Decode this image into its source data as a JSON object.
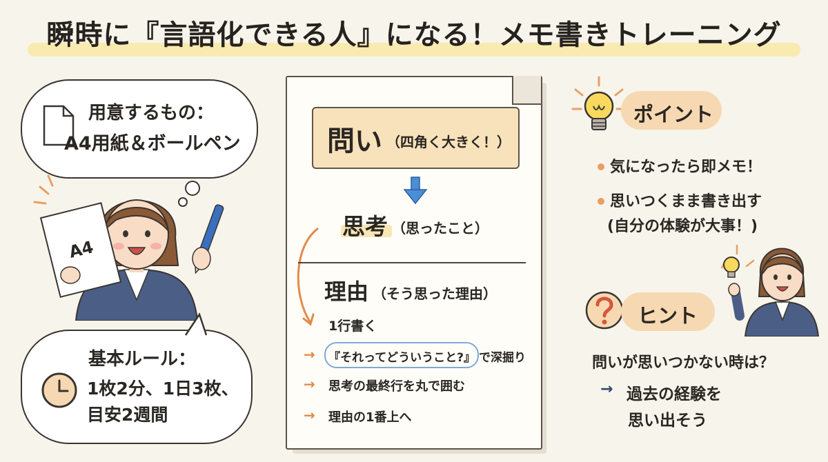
{
  "title": "瞬時に『言語化できる人』になる！メモ書きトレーニング",
  "prep": {
    "heading": "用意するもの：",
    "items": "A4用紙＆ボールペン"
  },
  "paper_label": "A4",
  "rules": {
    "heading": "基本ルール：",
    "line1": "1枚2分、1日3枚、",
    "line2": "目安2週間"
  },
  "memo": {
    "question": "問い",
    "question_note": "（四角く大きく！）",
    "thought": "思考",
    "thought_note": "（思ったこと）",
    "reason": "理由",
    "reason_note": "（そう思った理由）",
    "step1": "1行書く",
    "step2_quote": "『それってどういうこと?』",
    "step2_rest": "で深掘り",
    "step3": "思考の最終行を丸で囲む",
    "step4": "理由の1番上へ"
  },
  "point": {
    "heading": "ポイント",
    "item1": "気になったら即メモ！",
    "item2_line1": "思いつくまま書き出す",
    "item2_line2": "(自分の体験が大事！)"
  },
  "hint": {
    "heading": "ヒント",
    "question": "問いが思いつかない時は？",
    "answer_line1": "過去の経験を",
    "answer_line2": "思い出そう"
  },
  "icons": {
    "lightbulb": "lightbulb-icon",
    "question": "question-mark-icon",
    "clock": "clock-icon",
    "arrow_down": "arrow-down-icon",
    "document": "document-icon"
  },
  "colors": {
    "background": "#f7f4ec",
    "highlight": "#f8e6b4",
    "accent_orange": "#e8a062",
    "arrow_blue": "#4a8ed8",
    "suit": "#4b5f86"
  }
}
